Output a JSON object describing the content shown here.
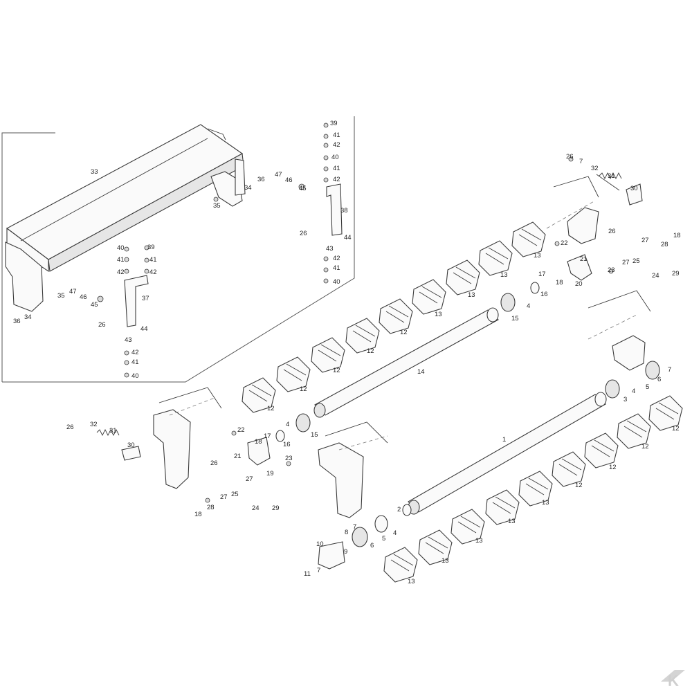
{
  "diagram": {
    "labels": {
      "n1": "1",
      "n2": "2",
      "n3": "3",
      "n4": "4",
      "n5": "5",
      "n6": "6",
      "n7": "7",
      "n8": "8",
      "n9": "9",
      "n10": "10",
      "n11": "11",
      "n12": "12",
      "n13": "13",
      "n14": "14",
      "n15": "15",
      "n16": "16",
      "n17": "17",
      "n18": "18",
      "n19": "19",
      "n20": "20",
      "n21": "21",
      "n22": "22",
      "n23": "23",
      "n24": "24",
      "n25": "25",
      "n26": "26",
      "n27": "27",
      "n28": "28",
      "n29": "29",
      "n30": "30",
      "n31": "31",
      "n32": "32",
      "n33": "33",
      "n34": "34",
      "n35": "35",
      "n36": "36",
      "n37": "37",
      "n38": "38",
      "n39": "39",
      "n40": "40",
      "n41": "41",
      "n42": "42",
      "n43": "43",
      "n44": "44",
      "n45": "45",
      "n46": "46",
      "n47": "47"
    },
    "logo": "K",
    "colors": {
      "line": "#3a3a3a",
      "fill": "#fafafa",
      "shade": "#e6e6e6"
    }
  }
}
